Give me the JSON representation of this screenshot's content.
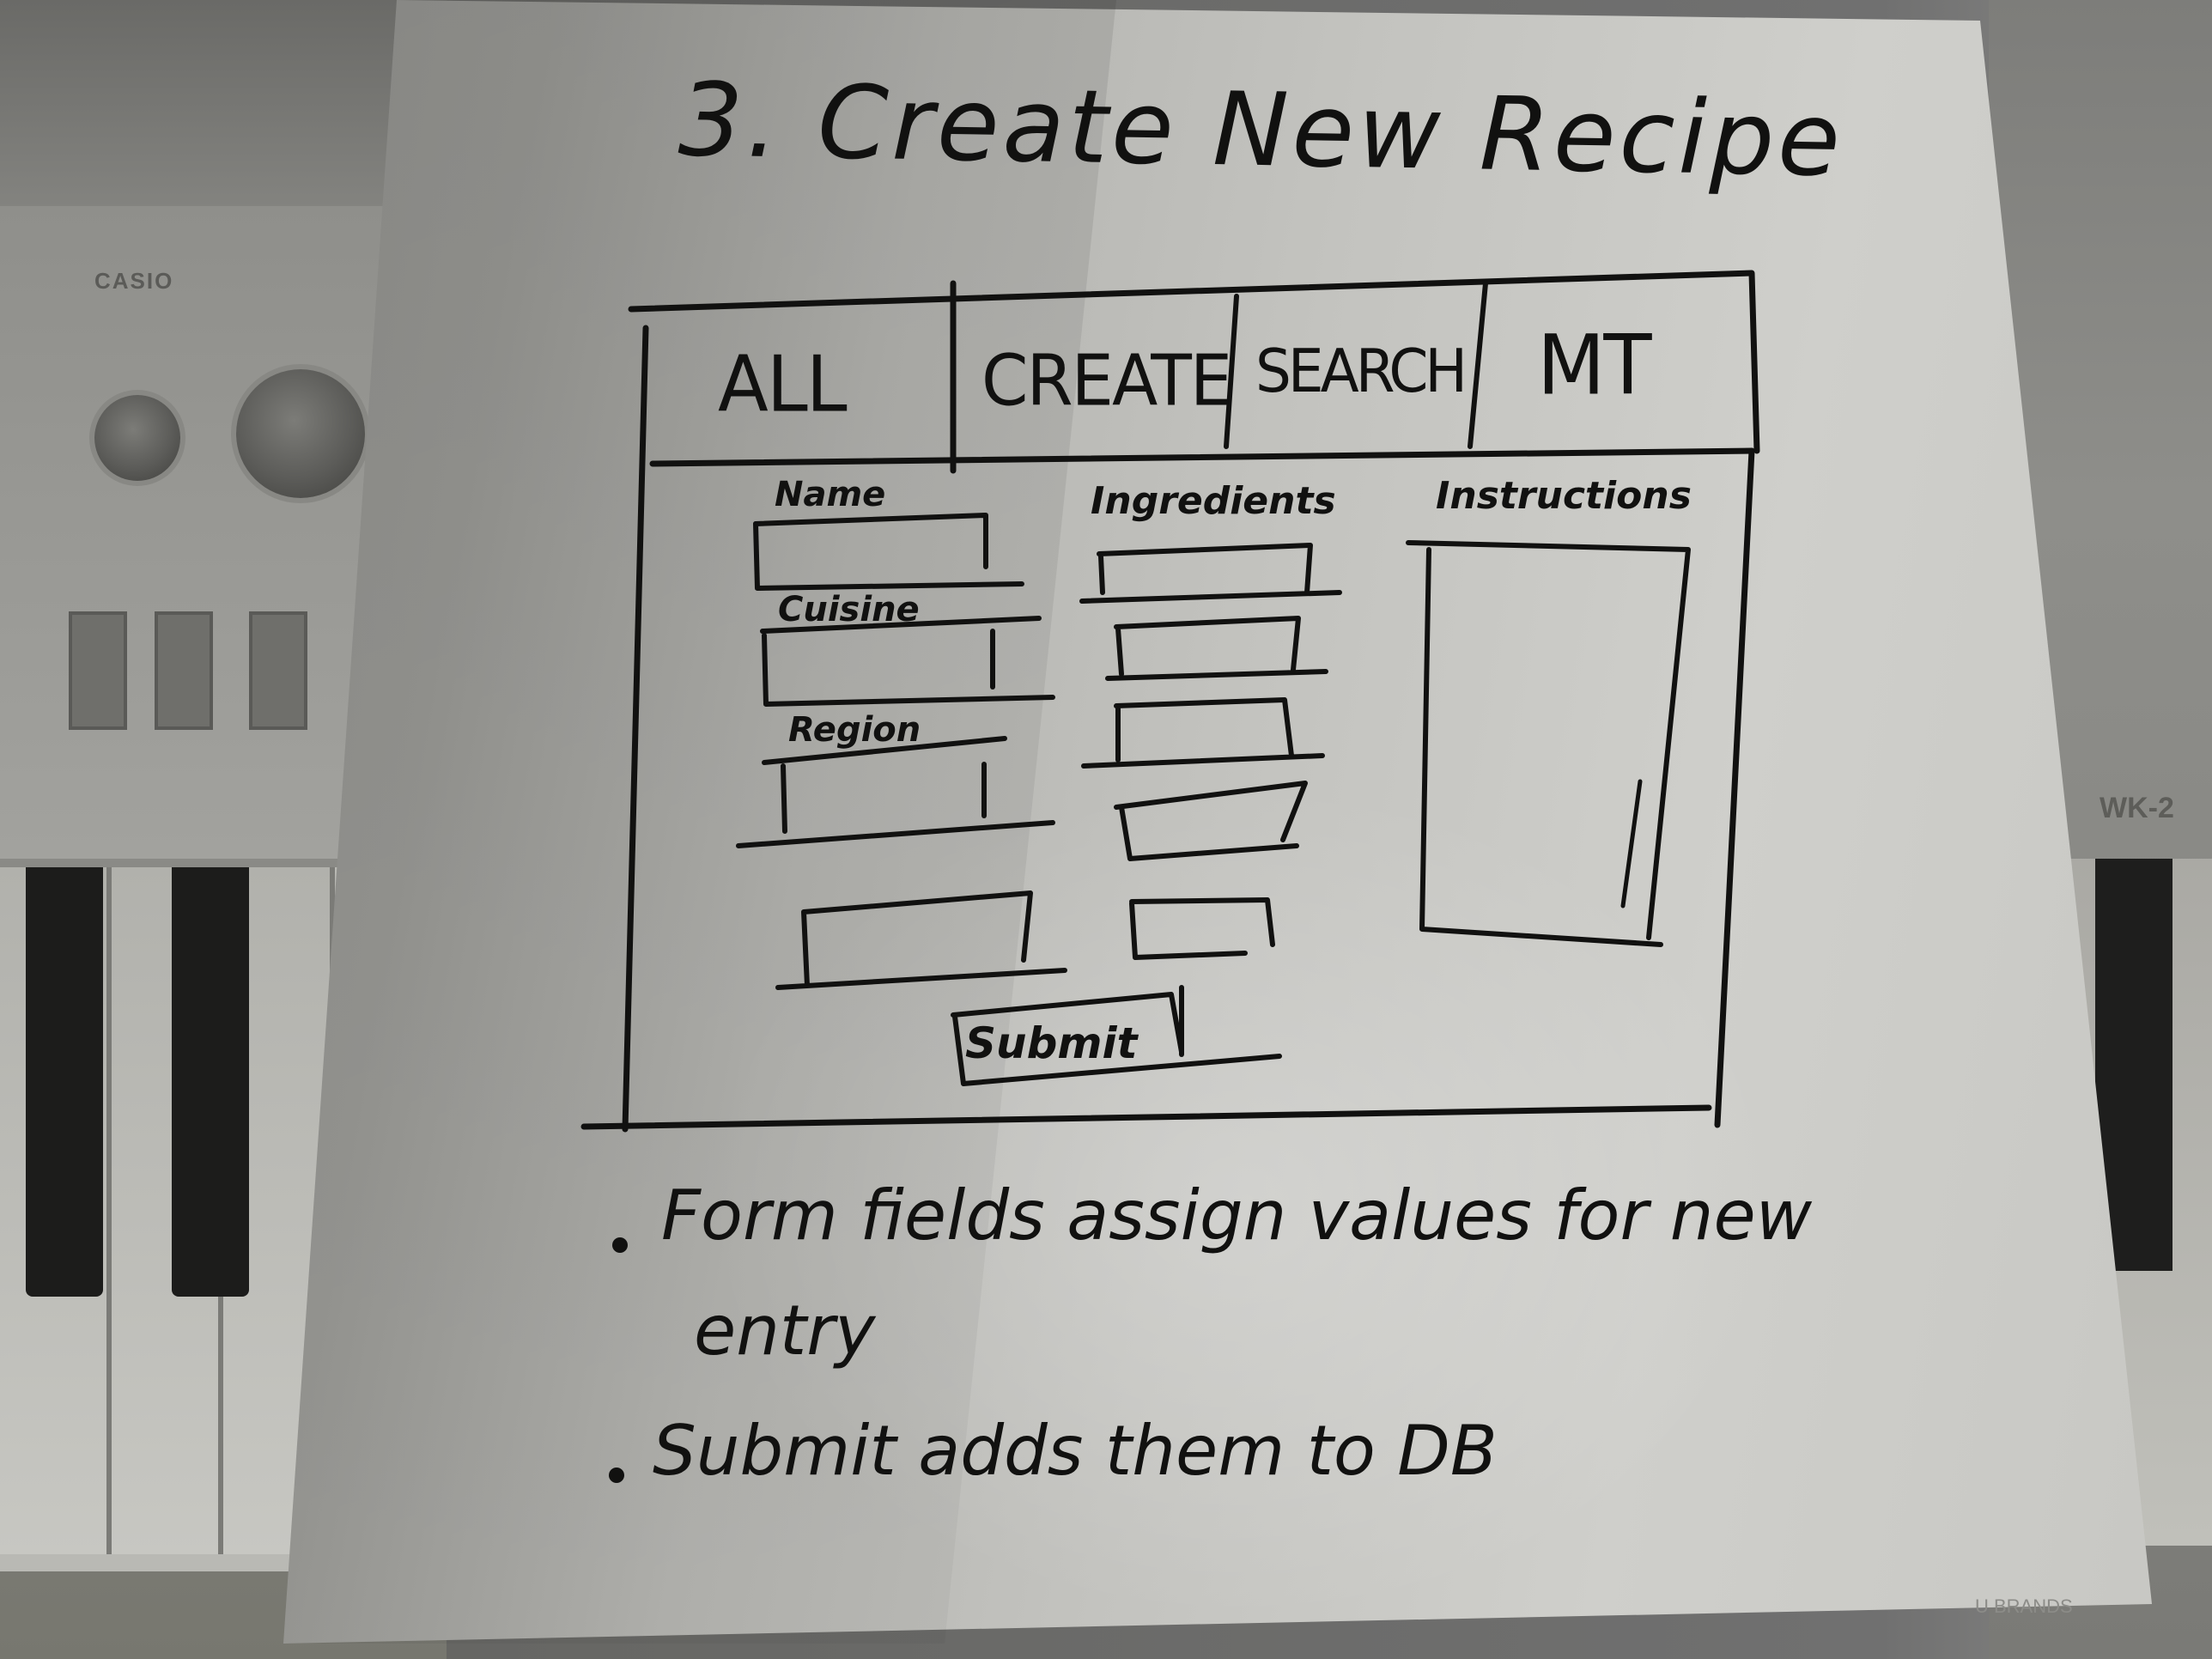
{
  "sketch": {
    "title": "3. Create New Recipe"
  },
  "nav": {
    "tabs": [
      {
        "label": "ALL"
      },
      {
        "label": "CREATE"
      },
      {
        "label": "SEARCH"
      },
      {
        "label": "MT"
      }
    ]
  },
  "form": {
    "name_label": "Name",
    "cuisine_label": "Cuisine",
    "region_label": "Region",
    "ingredients_label": "Ingredients",
    "instructions_label": "Instructions",
    "submit_label": "Submit",
    "ingredient_fields": 5
  },
  "notes": {
    "line1": "Form fields assign values for new",
    "line1_cont": "entry",
    "line2": "Submit adds them to DB"
  },
  "background": {
    "keyboard_brand": "CASIO",
    "keyboard_model": "WK-2",
    "paper_brand": "U BRANDS"
  },
  "colors": {
    "ink": "#111110",
    "paper": "#c3c3bf"
  }
}
